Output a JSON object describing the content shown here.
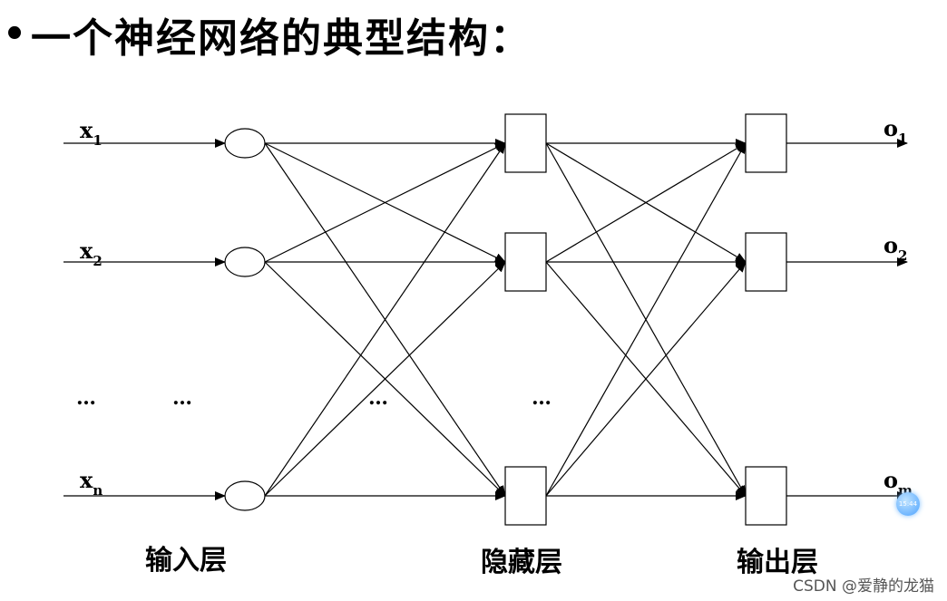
{
  "title": {
    "bullet": "•",
    "text": "一个神经网络的典型结构："
  },
  "inputs": [
    {
      "base": "x",
      "sub": "1"
    },
    {
      "base": "x",
      "sub": "2"
    },
    {
      "base": "x",
      "sub": "n"
    }
  ],
  "outputs": [
    {
      "base": "o",
      "sub": "1"
    },
    {
      "base": "o",
      "sub": "2"
    },
    {
      "base": "o",
      "sub": "m"
    }
  ],
  "ellipsis": "…",
  "layers": {
    "input": "输入层",
    "hidden": "隐藏层",
    "output": "输出层"
  },
  "badge": "15:44",
  "watermark": "CSDN @爱静的龙猫"
}
